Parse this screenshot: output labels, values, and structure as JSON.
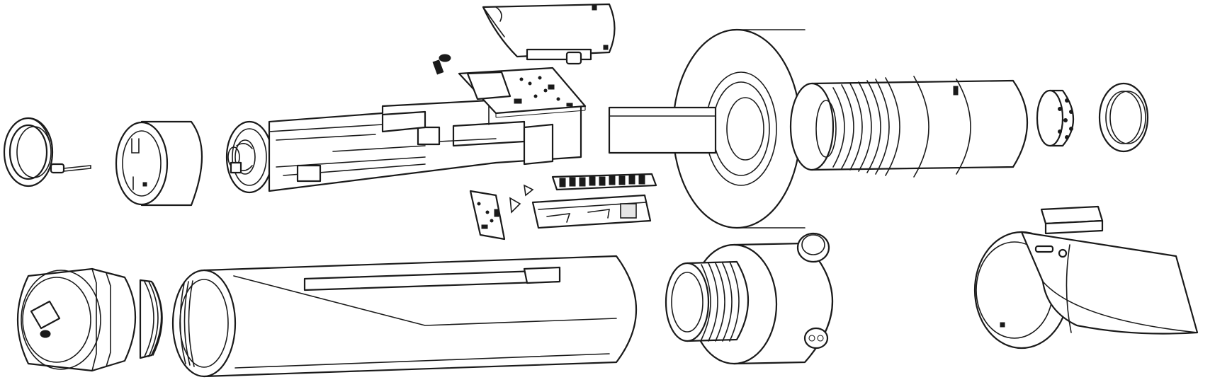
{
  "diagram": {
    "kind": "exploded-assembly-line-drawing",
    "colors": {
      "line": "#1a1a1a",
      "fill": "#ffffff",
      "shade": "#e6e6e6"
    },
    "parts": [
      "lens-ring",
      "pin-contact",
      "end-cap",
      "switch-hub",
      "chassis-frame",
      "top-cover",
      "screw",
      "main-pcb",
      "side-pcb",
      "led-board",
      "connector-bar",
      "emitter-disc",
      "threaded-barrel",
      "vent-cap",
      "retaining-ring",
      "pommel",
      "pommel-thread-ring",
      "main-tube",
      "threaded-collar",
      "clip-rail",
      "small-block"
    ]
  }
}
